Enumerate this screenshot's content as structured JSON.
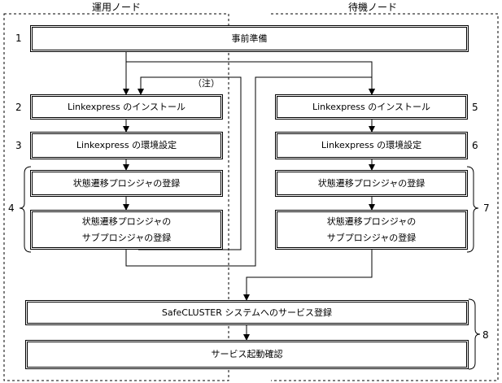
{
  "lanes": {
    "active_title": "運用ノード",
    "standby_title": "待機ノード"
  },
  "steps": {
    "s1": {
      "number": "1",
      "label": "事前準備"
    },
    "s2": {
      "number": "2",
      "label": "Linkexpress のインストール"
    },
    "s3": {
      "number": "3",
      "label": "Linkexpress の環境設定"
    },
    "s4": {
      "number": "4",
      "label_a": "状態遷移プロシジャの登録",
      "label_b_line1": "状態遷移プロシジャの",
      "label_b_line2": "サブプロシジャの登録"
    },
    "s5": {
      "number": "5",
      "label": "Linkexpress のインストール"
    },
    "s6": {
      "number": "6",
      "label": "Linkexpress の環境設定"
    },
    "s7": {
      "number": "7",
      "label_a": "状態遷移プロシジャの登録",
      "label_b_line1": "状態遷移プロシジャの",
      "label_b_line2": "サブプロシジャの登録"
    },
    "s8": {
      "number": "8",
      "label_a": "SafeCLUSTER システムへのサービス登録",
      "label_b": "サービス起動確認"
    }
  },
  "note": "（注）"
}
